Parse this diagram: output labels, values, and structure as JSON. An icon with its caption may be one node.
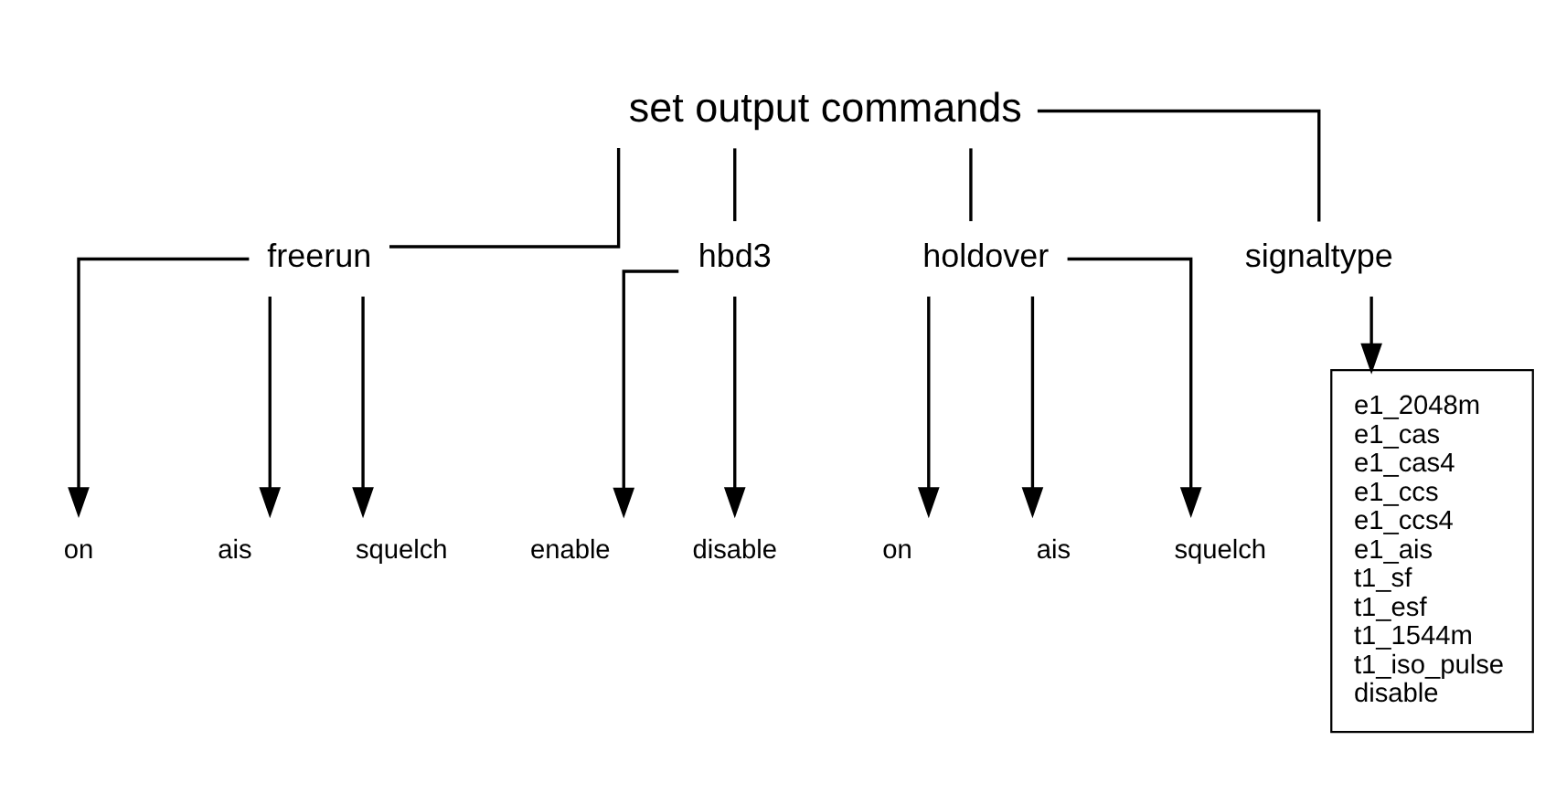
{
  "diagram": {
    "nodes": [
      {
        "text": [
          "set output commands"
        ]
      },
      {
        "text": [
          "freerun"
        ]
      },
      {
        "text": [
          "hbd3"
        ]
      },
      {
        "text": [
          "holdover"
        ]
      },
      {
        "text": [
          "signaltype"
        ]
      },
      {
        "text": [
          "on"
        ]
      },
      {
        "text": [
          "ais"
        ]
      },
      {
        "text": [
          "squelch"
        ]
      },
      {
        "text": [
          "enable"
        ]
      },
      {
        "text": [
          "disable"
        ]
      },
      {
        "text": [
          "on"
        ]
      },
      {
        "text": [
          "ais"
        ]
      },
      {
        "text": [
          "squelch"
        ]
      },
      {
        "text": [
          "e1_2048m",
          "e1_cas",
          "e1_cas4",
          "e1_ccs",
          "e1_ccs4",
          "e1_ais",
          "t1_sf",
          "t1_esf",
          "t1_1544m",
          "t1_iso_pulse",
          "disable"
        ]
      }
    ],
    "edges": [
      {
        "from": 0,
        "to": 1,
        "arrow": "none"
      },
      {
        "from": 0,
        "to": 2,
        "arrow": "none"
      },
      {
        "from": 0,
        "to": 3,
        "arrow": "none"
      },
      {
        "from": 0,
        "to": 4,
        "arrow": "none"
      },
      {
        "from": 1,
        "to": 5,
        "arrow": "to"
      },
      {
        "from": 1,
        "to": 6,
        "arrow": "to"
      },
      {
        "from": 1,
        "to": 7,
        "arrow": "to"
      },
      {
        "from": 2,
        "to": 8,
        "arrow": "to"
      },
      {
        "from": 2,
        "to": 9,
        "arrow": "to"
      },
      {
        "from": 3,
        "to": 10,
        "arrow": "to"
      },
      {
        "from": 3,
        "to": 11,
        "arrow": "to"
      },
      {
        "from": 3,
        "to": 12,
        "arrow": "to"
      },
      {
        "from": 4,
        "to": 13,
        "arrow": "to"
      }
    ]
  }
}
